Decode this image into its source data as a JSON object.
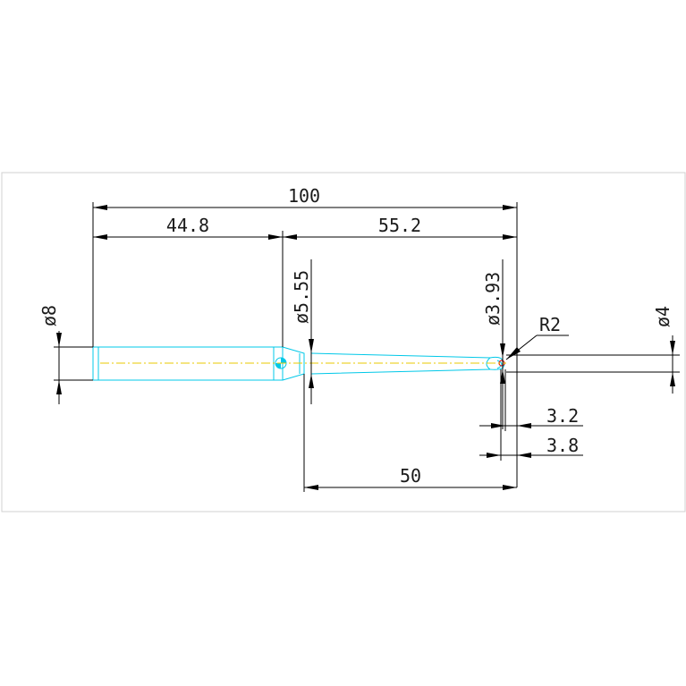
{
  "drawing": {
    "colors": {
      "dimension": "#000000",
      "part_outline": "#00c8e8",
      "center_line": "#e8c800",
      "radius_marker": "#e02020",
      "frame": "#d0d0d0"
    },
    "dimensions": {
      "overall_length": "100",
      "shank_length": "44.8",
      "tip_length": "55.2",
      "shank_diameter": "ø8",
      "neck_diameter": "ø5.55",
      "tip_diameter": "ø3.93",
      "tip_radius": "R2",
      "end_diameter": "ø4",
      "ball_offset_1": "3.2",
      "ball_offset_2": "3.8",
      "taper_length": "50"
    }
  }
}
